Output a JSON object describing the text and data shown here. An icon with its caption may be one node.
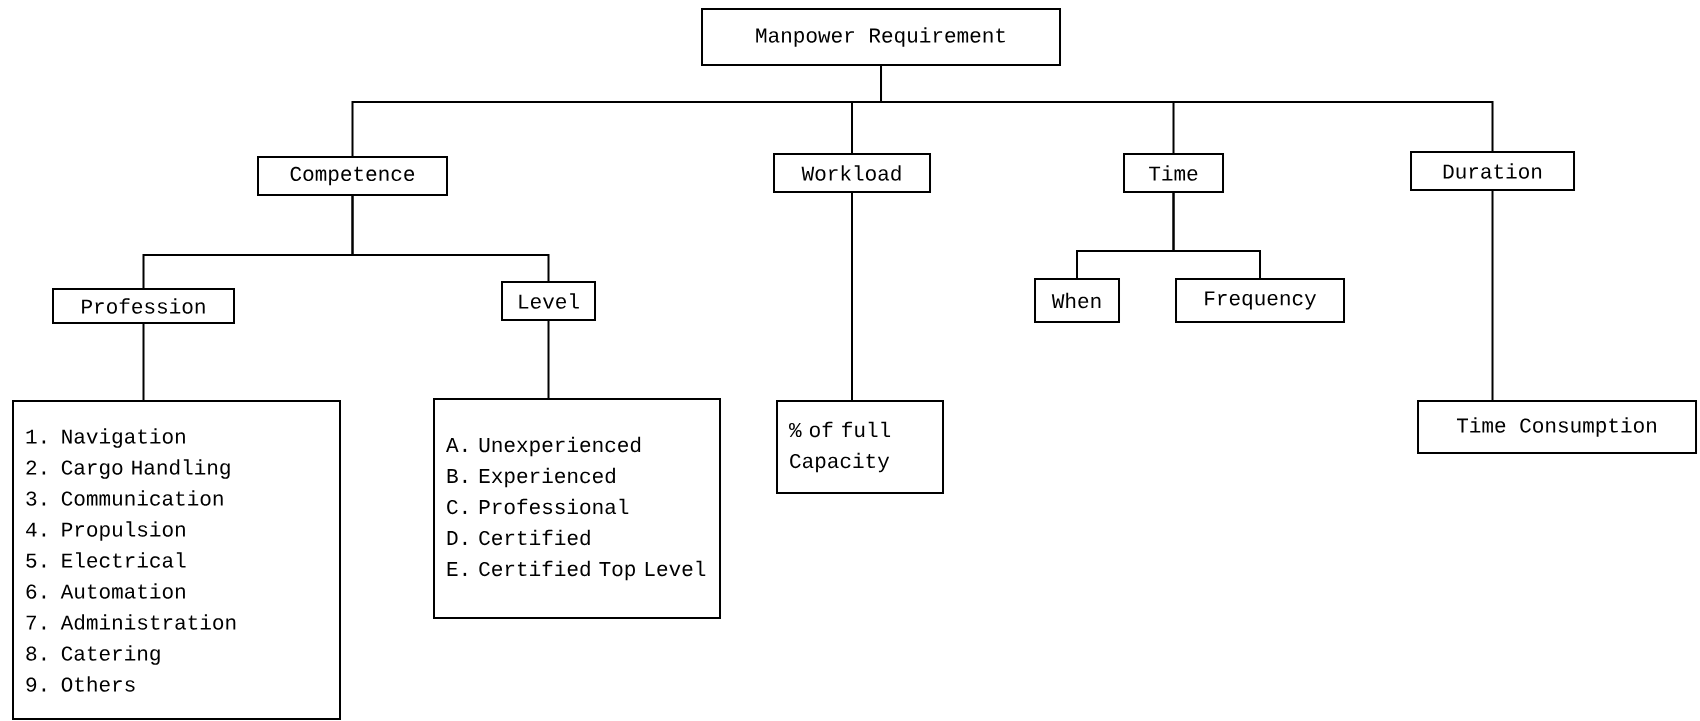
{
  "diagram": {
    "nodes": [
      {
        "text": [
          "Manpower Requirement"
        ]
      },
      {
        "text": [
          "Competence"
        ]
      },
      {
        "text": [
          "Workload"
        ]
      },
      {
        "text": [
          "Time"
        ]
      },
      {
        "text": [
          "Duration"
        ]
      },
      {
        "text": [
          "Profession"
        ]
      },
      {
        "text": [
          "Level"
        ]
      },
      {
        "text": [
          "When"
        ]
      },
      {
        "text": [
          "Frequency"
        ]
      },
      {
        "text": [
          "1. Navigation",
          "2. Cargo Handling",
          "3. Communication",
          "4. Propulsion",
          "5. Electrical",
          "6. Automation",
          "7. Administration",
          "8. Catering",
          "9. Others"
        ]
      },
      {
        "text": [
          "A. Unexperienced",
          "B. Experienced",
          "C. Professional",
          "D. Certified",
          "E. Certified Top Level"
        ]
      },
      {
        "text": [
          "% of full Capacity"
        ]
      },
      {
        "text": [
          "Time Consumption"
        ]
      }
    ],
    "edges": [
      {
        "from": 0,
        "to": 1,
        "arrow": "none"
      },
      {
        "from": 0,
        "to": 2,
        "arrow": "none"
      },
      {
        "from": 0,
        "to": 3,
        "arrow": "none"
      },
      {
        "from": 0,
        "to": 4,
        "arrow": "none"
      },
      {
        "from": 1,
        "to": 5,
        "arrow": "none"
      },
      {
        "from": 1,
        "to": 6,
        "arrow": "none"
      },
      {
        "from": 3,
        "to": 7,
        "arrow": "none"
      },
      {
        "from": 3,
        "to": 8,
        "arrow": "none"
      },
      {
        "from": 5,
        "to": 9,
        "arrow": "none"
      },
      {
        "from": 6,
        "to": 10,
        "arrow": "none"
      },
      {
        "from": 2,
        "to": 11,
        "arrow": "none"
      },
      {
        "from": 4,
        "to": 12,
        "arrow": "none"
      }
    ]
  }
}
